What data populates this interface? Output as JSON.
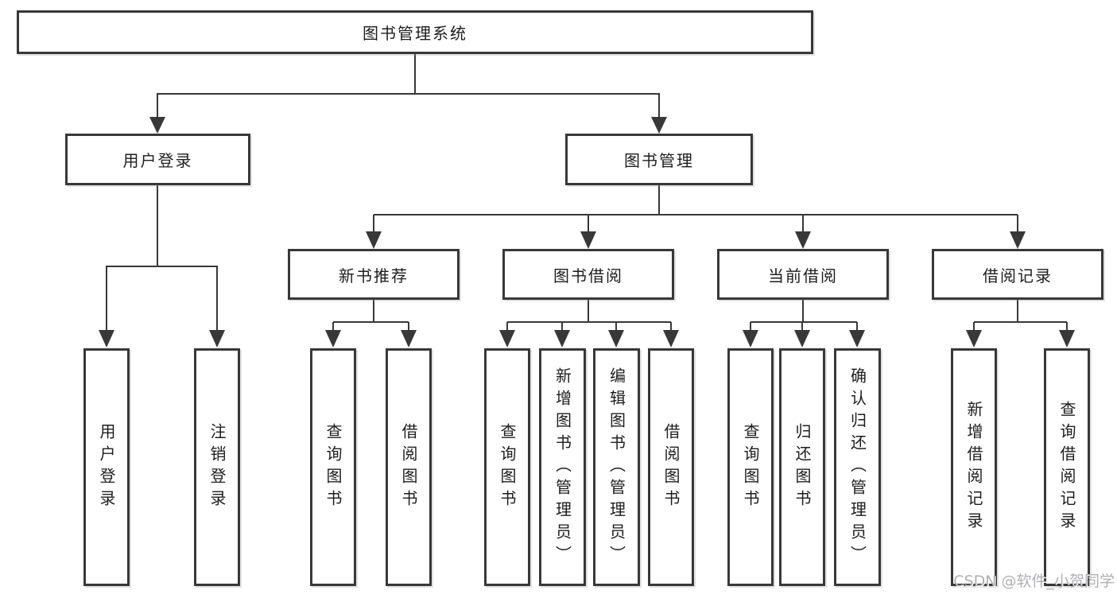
{
  "diagram": {
    "root": "图书管理系统",
    "level2": [
      "用户登录",
      "图书管理"
    ],
    "level3": [
      "新书推荐",
      "图书借阅",
      "当前借阅",
      "借阅记录"
    ],
    "leaves": {
      "user_login": [
        "用户登录",
        "注销登录"
      ],
      "new_book": [
        "查询图书",
        "借阅图书"
      ],
      "book_borrow": [
        "查询图书",
        "新增图书（管理员）",
        "编辑图书（管理员）",
        "借阅图书"
      ],
      "current_borrow": [
        "查询图书",
        "归还图书",
        "确认归还（管理员）"
      ],
      "borrow_record": [
        "新增借阅记录",
        "查询借阅记录"
      ]
    }
  },
  "watermark": {
    "text": "CSDN @软件_小贺同学"
  },
  "colors": {
    "line": "#383838",
    "text": "#1d1d1d",
    "watermark": "#b0b0b3",
    "background": "#ffffff"
  }
}
